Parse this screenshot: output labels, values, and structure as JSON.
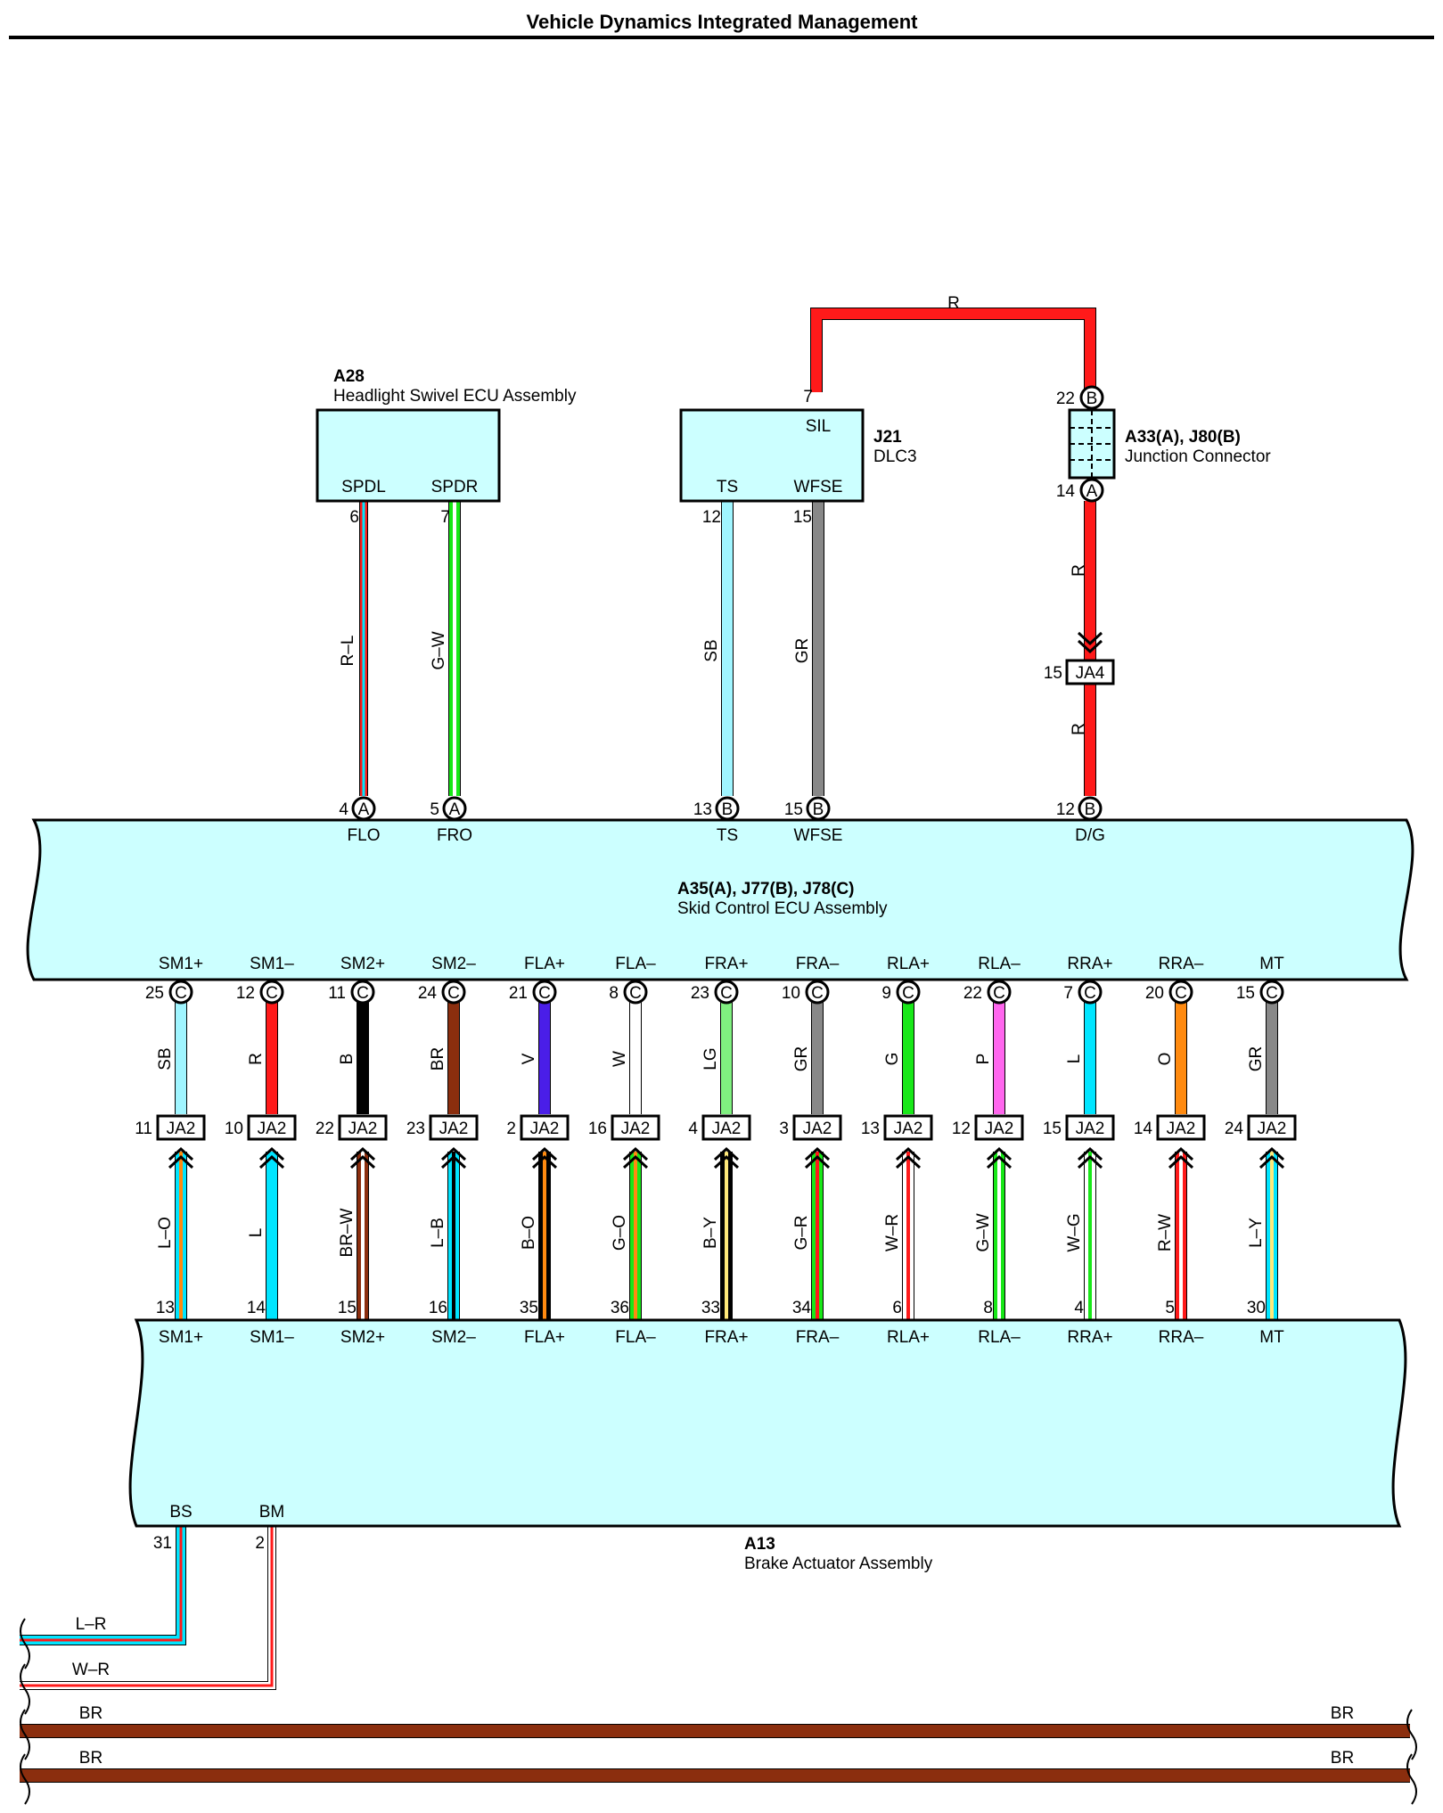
{
  "title": "Vehicle Dynamics Integrated Management",
  "colors": {
    "R": "#ff1a1a",
    "L": "#00e5ff",
    "SB": "#a0f5ff",
    "GR": "#888888",
    "G": "#18e818",
    "LG": "#80f080",
    "B": "#000000",
    "BR": "#8b2e0e",
    "V": "#4a1ee8",
    "W": "#ffffff",
    "P": "#ff66ee",
    "O": "#ff8a10",
    "Y": "#ffe97a",
    "ecu_fill": "#ccffff"
  },
  "components": {
    "a28": {
      "code": "A28",
      "name": "Headlight Swivel ECU Assembly",
      "pins": [
        "SPDL",
        "SPDR"
      ]
    },
    "j21": {
      "code": "J21",
      "name": "DLC3",
      "pins": [
        "SIL",
        "TS",
        "WFSE"
      ]
    },
    "a33": {
      "code": "A33(A), J80(B)",
      "name": "Junction Connector"
    },
    "skid": {
      "code": "A35(A), J77(B), J78(C)",
      "name": "Skid Control ECU Assembly"
    },
    "a13": {
      "code": "A13",
      "name": "Brake Actuator Assembly"
    }
  },
  "top_wire": {
    "label": "R",
    "from_pin": "7",
    "to_pin": "22",
    "to_conn": "B"
  },
  "a33_pins": [
    {
      "num": "22",
      "conn": "B"
    },
    {
      "num": "14",
      "conn": "A"
    }
  ],
  "ja4": {
    "name": "JA4",
    "pin": "15"
  },
  "upper_wires": [
    {
      "src_pin": "6",
      "label": "R–L",
      "colors": [
        "R",
        "L"
      ],
      "dst_pin": "4",
      "dst_conn": "A",
      "ecu_pin": "FLO"
    },
    {
      "src_pin": "7",
      "label": "G–W",
      "colors": [
        "G",
        "W"
      ],
      "dst_pin": "5",
      "dst_conn": "A",
      "ecu_pin": "FRO"
    },
    {
      "src_pin": "12",
      "label": "SB",
      "colors": [
        "SB"
      ],
      "dst_pin": "13",
      "dst_conn": "B",
      "ecu_pin": "TS"
    },
    {
      "src_pin": "15",
      "label": "GR",
      "colors": [
        "GR"
      ],
      "dst_pin": "15",
      "dst_conn": "B",
      "ecu_pin": "WFSE"
    },
    {
      "label_top": "R",
      "label_bottom": "R",
      "colors": [
        "R"
      ],
      "dst_pin": "12",
      "dst_conn": "B",
      "ecu_pin": "D/G"
    }
  ],
  "lower_wires": [
    {
      "ecu_pin": "SM1+",
      "pin": "25",
      "upper_label": "SB",
      "upper_colors": [
        "SB"
      ],
      "ja2_pin": "11",
      "lower_label": "L–O",
      "lower_colors": [
        "L",
        "O"
      ],
      "act_pin": "13",
      "act_name": "SM1+"
    },
    {
      "ecu_pin": "SM1–",
      "pin": "12",
      "upper_label": "R",
      "upper_colors": [
        "R"
      ],
      "ja2_pin": "10",
      "lower_label": "L",
      "lower_colors": [
        "L"
      ],
      "act_pin": "14",
      "act_name": "SM1–"
    },
    {
      "ecu_pin": "SM2+",
      "pin": "11",
      "upper_label": "B",
      "upper_colors": [
        "B"
      ],
      "ja2_pin": "22",
      "lower_label": "BR–W",
      "lower_colors": [
        "BR",
        "W"
      ],
      "act_pin": "15",
      "act_name": "SM2+"
    },
    {
      "ecu_pin": "SM2–",
      "pin": "24",
      "upper_label": "BR",
      "upper_colors": [
        "BR"
      ],
      "ja2_pin": "23",
      "lower_label": "L–B",
      "lower_colors": [
        "L",
        "B"
      ],
      "act_pin": "16",
      "act_name": "SM2–"
    },
    {
      "ecu_pin": "FLA+",
      "pin": "21",
      "upper_label": "V",
      "upper_colors": [
        "V"
      ],
      "ja2_pin": "2",
      "lower_label": "B–O",
      "lower_colors": [
        "B",
        "O"
      ],
      "act_pin": "35",
      "act_name": "FLA+"
    },
    {
      "ecu_pin": "FLA–",
      "pin": "8",
      "upper_label": "W",
      "upper_colors": [
        "W"
      ],
      "ja2_pin": "16",
      "lower_label": "G–O",
      "lower_colors": [
        "G",
        "O"
      ],
      "act_pin": "36",
      "act_name": "FLA–"
    },
    {
      "ecu_pin": "FRA+",
      "pin": "23",
      "upper_label": "LG",
      "upper_colors": [
        "LG"
      ],
      "ja2_pin": "4",
      "lower_label": "B–Y",
      "lower_colors": [
        "B",
        "Y"
      ],
      "act_pin": "33",
      "act_name": "FRA+"
    },
    {
      "ecu_pin": "FRA–",
      "pin": "10",
      "upper_label": "GR",
      "upper_colors": [
        "GR"
      ],
      "ja2_pin": "3",
      "lower_label": "G–R",
      "lower_colors": [
        "G",
        "R"
      ],
      "act_pin": "34",
      "act_name": "FRA–"
    },
    {
      "ecu_pin": "RLA+",
      "pin": "9",
      "upper_label": "G",
      "upper_colors": [
        "G"
      ],
      "ja2_pin": "13",
      "lower_label": "W–R",
      "lower_colors": [
        "W",
        "R"
      ],
      "act_pin": "6",
      "act_name": "RLA+"
    },
    {
      "ecu_pin": "RLA–",
      "pin": "22",
      "upper_label": "P",
      "upper_colors": [
        "P"
      ],
      "ja2_pin": "12",
      "lower_label": "G–W",
      "lower_colors": [
        "G",
        "W"
      ],
      "act_pin": "8",
      "act_name": "RLA–"
    },
    {
      "ecu_pin": "RRA+",
      "pin": "7",
      "upper_label": "L",
      "upper_colors": [
        "L"
      ],
      "ja2_pin": "15",
      "lower_label": "W–G",
      "lower_colors": [
        "W",
        "G"
      ],
      "act_pin": "4",
      "act_name": "RRA+"
    },
    {
      "ecu_pin": "RRA–",
      "pin": "20",
      "upper_label": "O",
      "upper_colors": [
        "O"
      ],
      "ja2_pin": "14",
      "lower_label": "R–W",
      "lower_colors": [
        "R",
        "W"
      ],
      "act_pin": "5",
      "act_name": "RRA–"
    },
    {
      "ecu_pin": "MT",
      "pin": "15",
      "upper_label": "GR",
      "upper_colors": [
        "GR"
      ],
      "ja2_pin": "24",
      "lower_label": "L–Y",
      "lower_colors": [
        "L",
        "Y"
      ],
      "act_pin": "30",
      "act_name": "MT"
    }
  ],
  "conn_c": "C",
  "ja2_name": "JA2",
  "a13_outputs": [
    {
      "name": "BS",
      "pin": "31",
      "label": "L–R",
      "colors": [
        "L",
        "R"
      ]
    },
    {
      "name": "BM",
      "pin": "2",
      "label": "W–R",
      "colors": [
        "W",
        "R"
      ]
    }
  ],
  "ground_lines": [
    {
      "label_left": "BR",
      "label_right": "BR",
      "color": "BR"
    },
    {
      "label_left": "BR",
      "label_right": "BR",
      "color": "BR"
    }
  ]
}
